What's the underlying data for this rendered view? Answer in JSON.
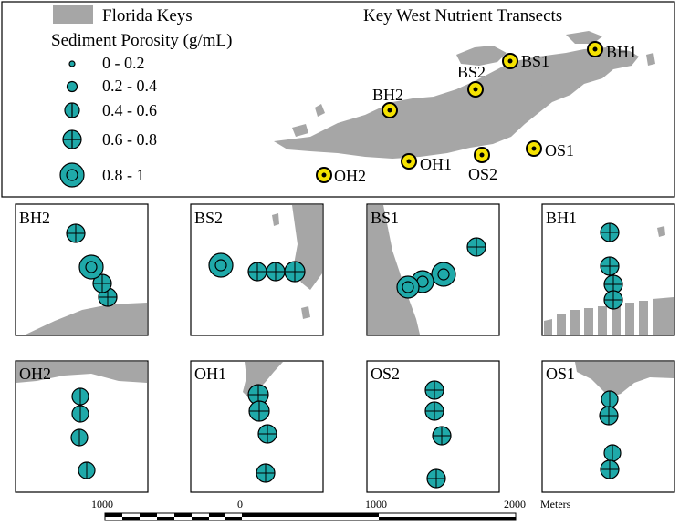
{
  "map": {
    "title": "Key West Nutrient Transects",
    "legend": {
      "land_label": "Florida Keys",
      "porosity_title": "Sediment Porosity (g/mL)",
      "classes": [
        {
          "label": "0 - 0.2",
          "level": 1
        },
        {
          "label": "0.2 - 0.4",
          "level": 2
        },
        {
          "label": "0.4 - 0.6",
          "level": 3
        },
        {
          "label": "0.6 - 0.8",
          "level": 4
        },
        {
          "label": "0.8 - 1",
          "level": 5
        }
      ]
    },
    "stations": [
      "BH1",
      "BS1",
      "BS2",
      "BH2",
      "OS1",
      "OS2",
      "OH1",
      "OH2"
    ],
    "panels": [
      "BH2",
      "BS2",
      "BS1",
      "BH1",
      "OH2",
      "OH1",
      "OS2",
      "OS1"
    ],
    "scale_bar": {
      "labels": [
        "1000",
        "0",
        "1000",
        "2000"
      ],
      "unit": "Meters"
    },
    "colors": {
      "land": "#a6a6a6",
      "porosity_symbol": "#1fa9a9",
      "station_marker": "#f5e200"
    }
  }
}
